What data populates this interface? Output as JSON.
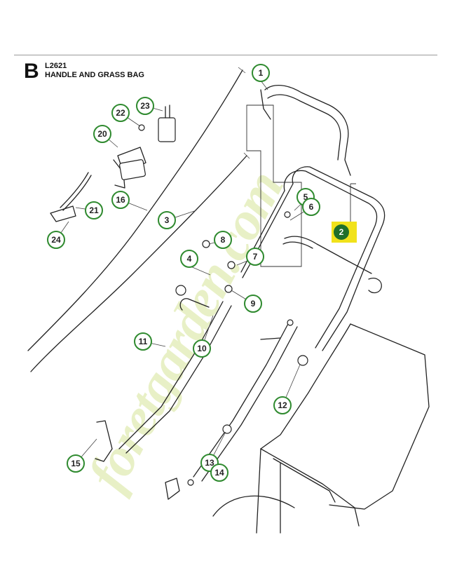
{
  "header": {
    "section_letter": "B",
    "code": "L2621",
    "title": "HANDLE AND GRASS BAG"
  },
  "watermark": {
    "text": "foretgarden.com",
    "colors": [
      "#e8f1c4",
      "#f6dcc0",
      "#dedbd4"
    ]
  },
  "highlighted_part": "2",
  "callouts": [
    "1",
    "2",
    "3",
    "4",
    "5",
    "6",
    "7",
    "8",
    "9",
    "10",
    "11",
    "12",
    "13",
    "14",
    "15",
    "16",
    "20",
    "21",
    "22",
    "23",
    "24"
  ],
  "colors": {
    "callout_ring": "#2f8a2f",
    "highlight_box": "#f1e21b",
    "highlight_circle": "#1f6f2a"
  }
}
